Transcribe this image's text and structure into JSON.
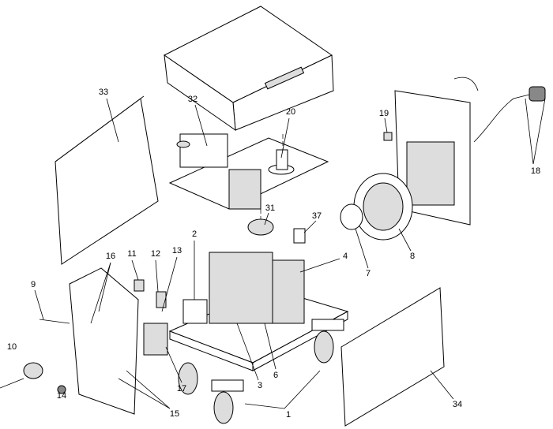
{
  "callouts": [
    "33",
    "32",
    "20",
    "19",
    "18",
    "31",
    "37",
    "2",
    "4",
    "16",
    "11",
    "12",
    "13",
    "9",
    "7",
    "8",
    "10",
    "14",
    "17",
    "15",
    "3",
    "6",
    "1",
    "34"
  ]
}
